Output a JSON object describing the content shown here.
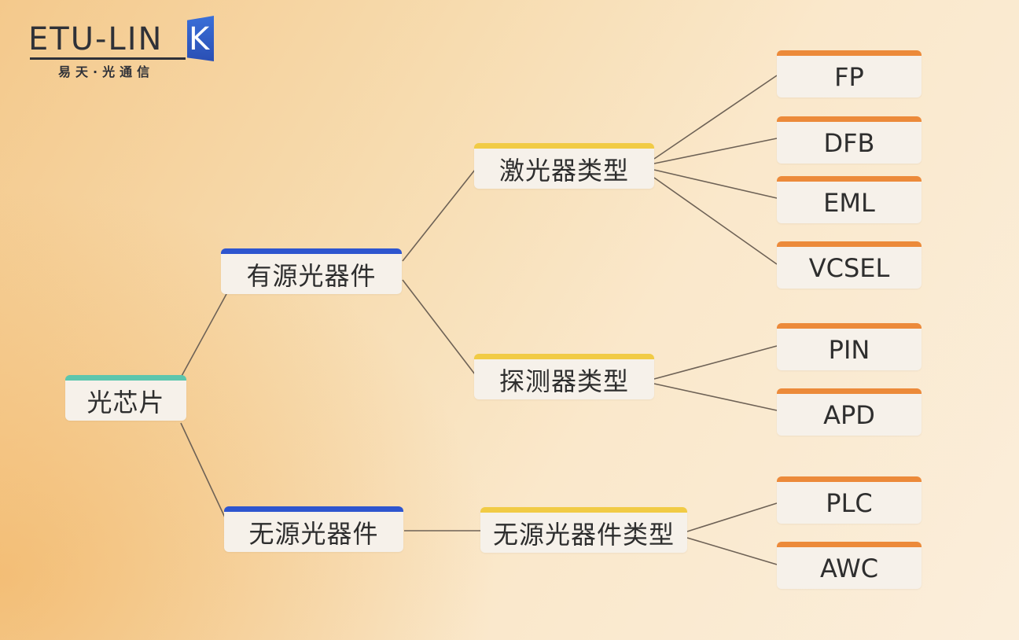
{
  "logo": {
    "brand": "ETU-LIN",
    "brand_k": "K",
    "sub": "易天·光通信"
  },
  "diagram": {
    "root": "光芯片",
    "active": "有源光器件",
    "passive": "无源光器件",
    "laser_type": "激光器类型",
    "detector_type": "探测器类型",
    "passive_type": "无源光器件类型",
    "lasers": [
      "FP",
      "DFB",
      "EML",
      "VCSEL"
    ],
    "detectors": [
      "PIN",
      "APD"
    ],
    "passives": [
      "PLC",
      "AWC"
    ]
  },
  "colors": {
    "teal": "#5cc6ad",
    "blue": "#2e55cf",
    "yellow": "#f1cb45",
    "orange": "#ec8a3a",
    "line": "#6e6256"
  }
}
